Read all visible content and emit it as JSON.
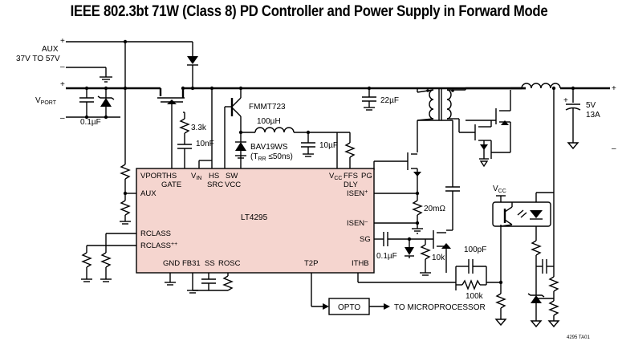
{
  "title": "IEEE 802.3bt 71W (Class 8) PD Controller and Power Supply in Forward Mode",
  "labels": {
    "aux": "AUX",
    "aux_range": "37V TO 57V",
    "vport": "V",
    "vport_sub": "PORT",
    "plus": "+",
    "minus": "–",
    "c_01uf": "0.1µF",
    "r_33k": "3.3k",
    "c_10nf": "10nF",
    "fmmt": "FMMT723",
    "l_100uh": "100µH",
    "bav": "BAV19WS",
    "trr_open": "(T",
    "trr_sub": "RR",
    "trr_rest": " ≤50ns)",
    "c_10uf": "10µF",
    "c_22uf": "22µF",
    "out_5v": "5V",
    "out_13a": "13A",
    "r_20m": "20mΩ",
    "r_10k": "10k",
    "c_01uf_b": "0.1µF",
    "c_100pf": "100pF",
    "r_100k": "100k",
    "vcc": "V",
    "vcc_sub": "CC",
    "opto": "OPTO",
    "to_micro": "TO MICROPROCESSOR",
    "ref": "4295 TA01"
  },
  "chip": {
    "name": "LT4295",
    "pins": {
      "vport": "VPORT",
      "hs_gate_1": "HS",
      "hs_gate_2": "GATE",
      "vin": "V",
      "vin_sub": "IN",
      "hs_src_1": "HS",
      "hs_src_2": "SRC",
      "sw": "SW",
      "vcc_pin": "VCC",
      "vcc_r": "V",
      "vcc_r_sub": "CC",
      "pg": "PG",
      "ffs": "FFS",
      "dly": "DLY",
      "isen_p": "ISEN",
      "isen_p_sup": "+",
      "isen_n": "ISEN",
      "isen_n_sup": "–",
      "sg": "SG",
      "aux_pin": "AUX",
      "rclass": "RCLASS",
      "rclass_pp": "RCLASS",
      "rclass_pp_sup": "++",
      "gnd": "GND",
      "fb31": "FB31",
      "ss": "SS",
      "rosc": "ROSC",
      "t2p": "T2P",
      "ithb": "ITHB"
    }
  }
}
